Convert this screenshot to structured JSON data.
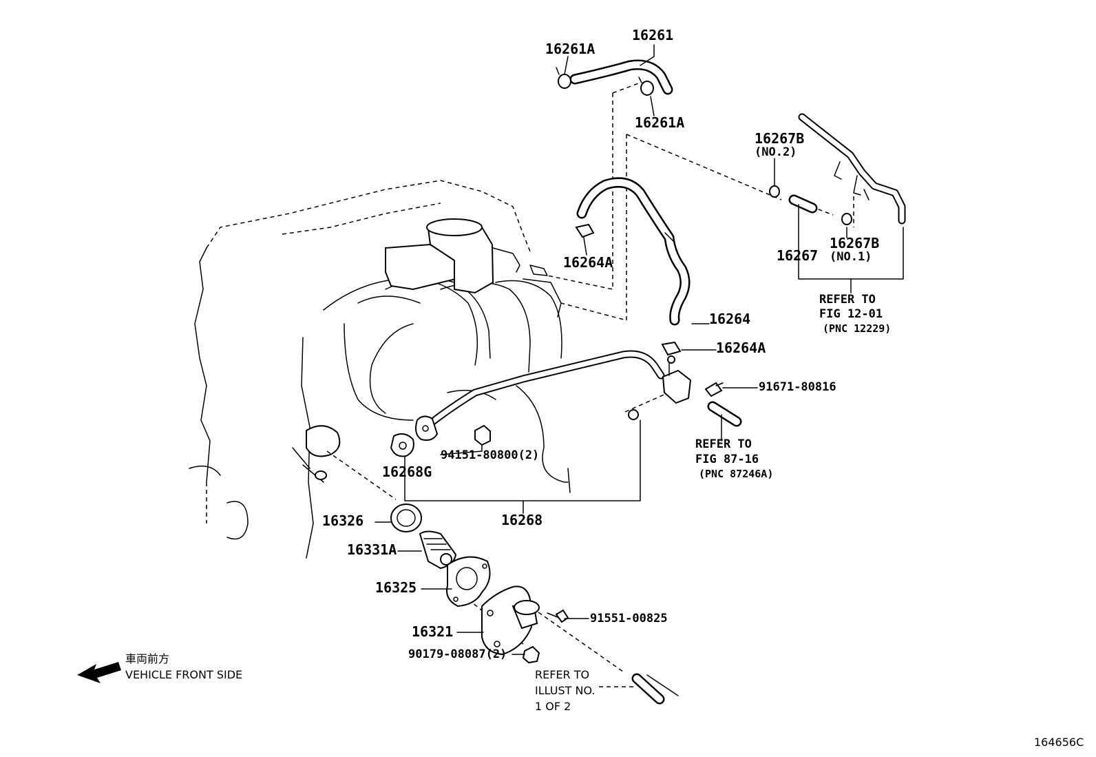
{
  "callouts": {
    "p16261": "16261",
    "p16261A_top": "16261A",
    "p16261A_mid": "16261A",
    "p16267B_no2": "16267B",
    "p16267B_no2_sub": "(NO.2)",
    "p16264A_top": "16264A",
    "p16267": "16267",
    "p16267B_no1": "16267B",
    "p16267B_no1_sub": "(NO.1)",
    "p16264": "16264",
    "p16264A_bot": "16264A",
    "p91671": "91671-80816",
    "p94151": "94151-80800(2)",
    "p16268G": "16268G",
    "p16268": "16268",
    "p16326": "16326",
    "p16331A": "16331A",
    "p16325": "16325",
    "p16321": "16321",
    "p91551": "91551-00825",
    "p90179": "90179-08087(2)"
  },
  "references": {
    "fig1201": {
      "line1": "REFER TO",
      "line2": "FIG 12-01",
      "line3": "(PNC 12229)"
    },
    "fig8716": {
      "line1": "REFER TO",
      "line2": "FIG 87-16",
      "line3": "(PNC 87246A)"
    },
    "illust": {
      "line1": "REFER TO",
      "line2": "ILLUST NO.",
      "line3": "1 OF 2"
    }
  },
  "front_marker": {
    "japanese": "車両前方",
    "english": "VEHICLE FRONT SIDE",
    "icon": "arrow-left-icon"
  },
  "figure_id": "164656C"
}
